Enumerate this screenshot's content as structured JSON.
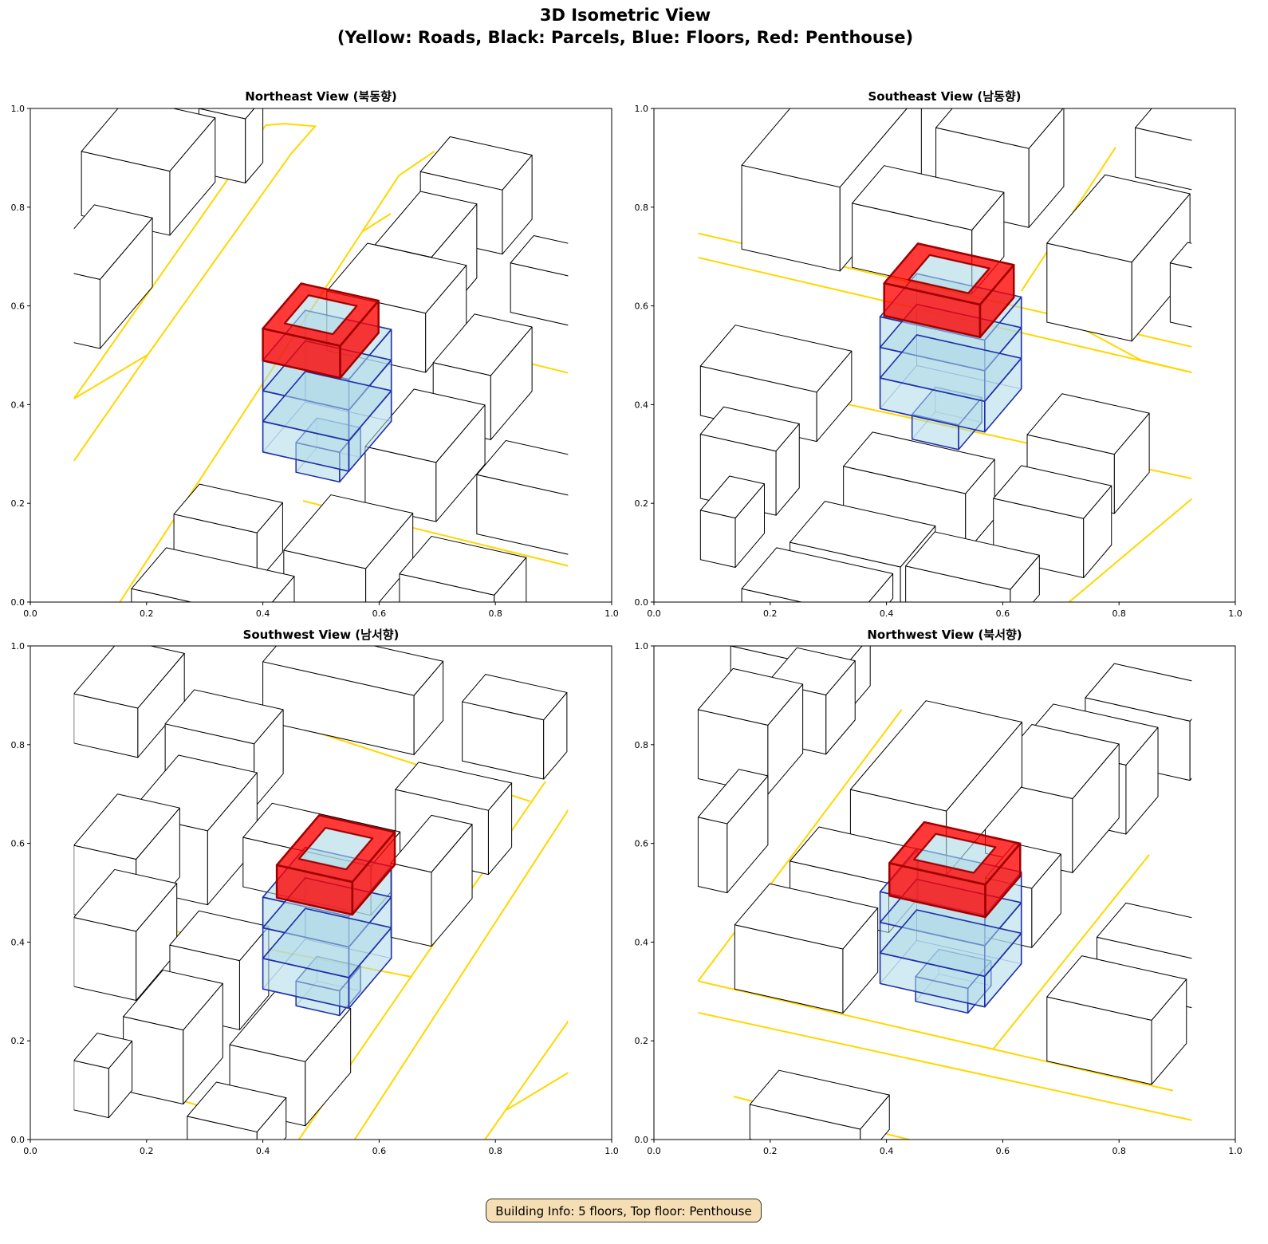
{
  "suptitle": {
    "line1": "3D Isometric View",
    "line2": "(Yellow: Roads, Black: Parcels, Blue: Floors, Red: Penthouse)"
  },
  "footer": "Building Info: 5 floors, Top floor: Penthouse",
  "colors": {
    "road": "#ffd700",
    "parcel": "#000000",
    "floor_fill": "#add8e6",
    "floor_edge": "#1f2fa8",
    "penthouse_fill": "#ff0000",
    "penthouse_edge": "#a00000"
  },
  "chart_data": [
    {
      "type": "3d-isometric",
      "title": "Northeast View (북동향)",
      "xlim": [
        0,
        1
      ],
      "ylim": [
        0,
        1
      ],
      "xticks": [
        "0.0",
        "0.2",
        "0.4",
        "0.6",
        "0.8",
        "1.0"
      ],
      "yticks": [
        "0.0",
        "0.2",
        "0.4",
        "0.6",
        "0.8",
        "1.0"
      ],
      "buildings": [
        [
          0.088,
          0.913,
          0.152,
          0.078,
          0.13
        ],
        [
          0.02,
          0.68,
          0.1,
          0.09,
          0.14
        ],
        [
          0.29,
          1.0,
          0.08,
          0.03,
          0.13
        ],
        [
          0.671,
          0.872,
          0.141,
          0.051,
          0.13
        ],
        [
          0.826,
          0.687,
          0.12,
          0.04,
          0.1
        ],
        [
          0.593,
          0.724,
          0.097,
          0.078,
          0.15
        ],
        [
          0.51,
          0.63,
          0.17,
          0.07,
          0.12
        ],
        [
          0.693,
          0.485,
          0.099,
          0.071,
          0.13
        ],
        [
          0.576,
          0.315,
          0.122,
          0.084,
          0.12
        ],
        [
          0.768,
          0.258,
          0.16,
          0.05,
          0.12
        ],
        [
          0.247,
          0.178,
          0.143,
          0.044,
          0.1
        ],
        [
          0.436,
          0.105,
          0.141,
          0.081,
          0.1
        ],
        [
          0.635,
          0.057,
          0.163,
          0.055,
          0.1
        ],
        [
          0.174,
          0.027,
          0.22,
          0.06,
          0.1
        ]
      ],
      "roads": [
        [
          [
            0.075,
            0.412
          ],
          [
            0.405,
            0.966
          ]
        ],
        [
          [
            0.405,
            0.966
          ],
          [
            0.438,
            0.969
          ],
          [
            0.49,
            0.964
          ],
          [
            0.449,
            0.909
          ],
          [
            0.202,
            0.501
          ],
          [
            0.075,
            0.286
          ]
        ],
        [
          [
            0.075,
            0.412
          ],
          [
            0.202,
            0.501
          ]
        ],
        [
          [
            0.154,
            0.0
          ],
          [
            0.634,
            0.864
          ],
          [
            0.695,
            0.913
          ]
        ],
        [
          [
            0.572,
            0.751
          ],
          [
            0.62,
            0.787
          ]
        ],
        [
          [
            0.661,
            0.541
          ],
          [
            0.926,
            0.464
          ]
        ],
        [
          [
            0.469,
            0.205
          ],
          [
            0.926,
            0.073
          ]
        ]
      ],
      "target": {
        "floors": [
          0.4,
          0.49,
          0.148,
          0.073,
          0.062
        ],
        "floor_count": 3,
        "annex": [
          0.457,
          0.323,
          0.075,
          0.036,
          0.06
        ],
        "penthouse": [
          0.4,
          0.554,
          0.133,
          0.066,
          0.065
        ]
      }
    },
    {
      "type": "3d-isometric",
      "title": "Southeast View (남동향)",
      "xlim": [
        0,
        1
      ],
      "ylim": [
        0,
        1
      ],
      "xticks": [
        "0.0",
        "0.2",
        "0.4",
        "0.6",
        "0.8",
        "1.0"
      ],
      "yticks": [
        "0.0",
        "0.2",
        "0.4",
        "0.6",
        "0.8",
        "1.0"
      ],
      "buildings": [
        [
          0.485,
          0.961,
          0.16,
          0.06,
          0.16
        ],
        [
          0.828,
          0.961,
          0.1,
          0.04,
          0.1
        ],
        [
          0.151,
          0.885,
          0.169,
          0.14,
          0.17
        ],
        [
          0.341,
          0.808,
          0.206,
          0.055,
          0.13
        ],
        [
          0.676,
          0.727,
          0.146,
          0.1,
          0.16
        ],
        [
          0.888,
          0.687,
          0.05,
          0.03,
          0.12
        ],
        [
          0.08,
          0.478,
          0.2,
          0.06,
          0.1
        ],
        [
          0.08,
          0.34,
          0.13,
          0.04,
          0.13
        ],
        [
          0.642,
          0.339,
          0.15,
          0.06,
          0.12
        ],
        [
          0.326,
          0.275,
          0.21,
          0.05,
          0.12
        ],
        [
          0.584,
          0.21,
          0.155,
          0.048,
          0.12
        ],
        [
          0.08,
          0.186,
          0.06,
          0.05,
          0.1
        ],
        [
          0.234,
          0.121,
          0.19,
          0.06,
          0.1
        ],
        [
          0.433,
          0.073,
          0.18,
          0.05,
          0.08
        ],
        [
          0.151,
          0.027,
          0.2,
          0.06,
          0.05
        ]
      ],
      "roads": [
        [
          [
            0.076,
            0.747
          ],
          [
            0.926,
            0.517
          ]
        ],
        [
          [
            0.076,
            0.698
          ],
          [
            0.926,
            0.465
          ]
        ],
        [
          [
            0.632,
            0.63
          ],
          [
            0.794,
            0.921
          ]
        ],
        [
          [
            0.707,
            0.573
          ],
          [
            0.838,
            0.49
          ],
          [
            0.926,
            0.465
          ]
        ],
        [
          [
            0.288,
            0.412
          ],
          [
            0.926,
            0.25
          ]
        ],
        [
          [
            0.714,
            0.0
          ],
          [
            0.926,
            0.21
          ]
        ]
      ],
      "target": {
        "floors": [
          0.389,
          0.578,
          0.18,
          0.063,
          0.062
        ],
        "floor_count": 3,
        "annex": [
          0.444,
          0.38,
          0.08,
          0.04,
          0.05
        ],
        "penthouse": [
          0.396,
          0.646,
          0.165,
          0.058,
          0.066
        ]
      }
    },
    {
      "type": "3d-isometric",
      "title": "Southwest View (남서향)",
      "xlim": [
        0,
        1
      ],
      "ylim": [
        0,
        1
      ],
      "xticks": [
        "0.0",
        "0.2",
        "0.4",
        "0.6",
        "0.8",
        "1.0"
      ],
      "yticks": [
        "0.0",
        "0.2",
        "0.4",
        "0.6",
        "0.8",
        "1.0"
      ],
      "buildings": [
        [
          0.4,
          0.968,
          0.26,
          0.05,
          0.12
        ],
        [
          0.075,
          0.903,
          0.11,
          0.08,
          0.1
        ],
        [
          0.743,
          0.887,
          0.14,
          0.04,
          0.12
        ],
        [
          0.232,
          0.842,
          0.153,
          0.05,
          0.13
        ],
        [
          0.628,
          0.709,
          0.16,
          0.04,
          0.13
        ],
        [
          0.17,
          0.661,
          0.135,
          0.085,
          0.15
        ],
        [
          0.366,
          0.612,
          0.22,
          0.05,
          0.1
        ],
        [
          0.075,
          0.596,
          0.107,
          0.075,
          0.14
        ],
        [
          0.62,
          0.56,
          0.07,
          0.07,
          0.15
        ],
        [
          0.075,
          0.45,
          0.107,
          0.07,
          0.14
        ],
        [
          0.24,
          0.394,
          0.12,
          0.05,
          0.14
        ],
        [
          0.16,
          0.249,
          0.103,
          0.068,
          0.15
        ],
        [
          0.343,
          0.192,
          0.13,
          0.078,
          0.13
        ],
        [
          0.075,
          0.16,
          0.06,
          0.04,
          0.1
        ],
        [
          0.27,
          0.047,
          0.12,
          0.05,
          0.08
        ]
      ],
      "roads": [
        [
          [
            0.462,
            0.0
          ],
          [
            0.886,
            0.725
          ]
        ],
        [
          [
            0.558,
            0.0
          ],
          [
            0.926,
            0.669
          ]
        ],
        [
          [
            0.782,
            0.0
          ],
          [
            0.926,
            0.241
          ]
        ],
        [
          [
            0.819,
            0.06
          ],
          [
            0.926,
            0.136
          ]
        ],
        [
          [
            0.126,
            0.45
          ],
          [
            0.654,
            0.33
          ]
        ],
        [
          [
            0.435,
            0.847
          ],
          [
            0.86,
            0.685
          ]
        ],
        [
          [
            0.167,
            0.111
          ],
          [
            0.4,
            0.031
          ]
        ]
      ],
      "target": {
        "floors": [
          0.4,
          0.491,
          0.148,
          0.073,
          0.062
        ],
        "floor_count": 3,
        "annex": [
          0.457,
          0.321,
          0.075,
          0.036,
          0.05
        ],
        "penthouse": [
          0.424,
          0.556,
          0.13,
          0.073,
          0.066
        ]
      }
    },
    {
      "type": "3d-isometric",
      "title": "Northwest View (북서향)",
      "xlim": [
        0,
        1
      ],
      "ylim": [
        0,
        1
      ],
      "xticks": [
        "0.0",
        "0.2",
        "0.4",
        "0.6",
        "0.8",
        "1.0"
      ],
      "yticks": [
        "0.0",
        "0.2",
        "0.4",
        "0.6",
        "0.8",
        "1.0"
      ],
      "buildings": [
        [
          0.132,
          1.0,
          0.19,
          0.05,
          0.1
        ],
        [
          0.196,
          0.927,
          0.1,
          0.05,
          0.12
        ],
        [
          0.742,
          0.895,
          0.18,
          0.05,
          0.12
        ],
        [
          0.076,
          0.871,
          0.12,
          0.06,
          0.14
        ],
        [
          0.632,
          0.806,
          0.18,
          0.055,
          0.14
        ],
        [
          0.57,
          0.73,
          0.15,
          0.08,
          0.15
        ],
        [
          0.338,
          0.709,
          0.165,
          0.13,
          0.13
        ],
        [
          0.076,
          0.653,
          0.05,
          0.07,
          0.14
        ],
        [
          0.234,
          0.564,
          0.17,
          0.05,
          0.1
        ],
        [
          0.57,
          0.53,
          0.08,
          0.05,
          0.12
        ],
        [
          0.139,
          0.435,
          0.186,
          0.06,
          0.13
        ],
        [
          0.762,
          0.41,
          0.17,
          0.05,
          0.1
        ],
        [
          0.676,
          0.289,
          0.18,
          0.06,
          0.13
        ],
        [
          0.165,
          0.071,
          0.19,
          0.05,
          0.07
        ]
      ],
      "roads": [
        [
          [
            0.076,
            0.257
          ],
          [
            0.926,
            0.039
          ]
        ],
        [
          [
            0.076,
            0.321
          ],
          [
            0.893,
            0.099
          ]
        ],
        [
          [
            0.584,
            0.184
          ],
          [
            0.852,
            0.577
          ]
        ],
        [
          [
            0.076,
            0.321
          ],
          [
            0.426,
            0.871
          ]
        ],
        [
          [
            0.137,
            0.087
          ],
          [
            0.439,
            0.0
          ]
        ]
      ],
      "target": {
        "floors": [
          0.389,
          0.502,
          0.18,
          0.063,
          0.062
        ],
        "floor_count": 3,
        "annex": [
          0.45,
          0.33,
          0.09,
          0.04,
          0.05
        ],
        "penthouse": [
          0.405,
          0.56,
          0.165,
          0.06,
          0.066
        ]
      }
    }
  ]
}
